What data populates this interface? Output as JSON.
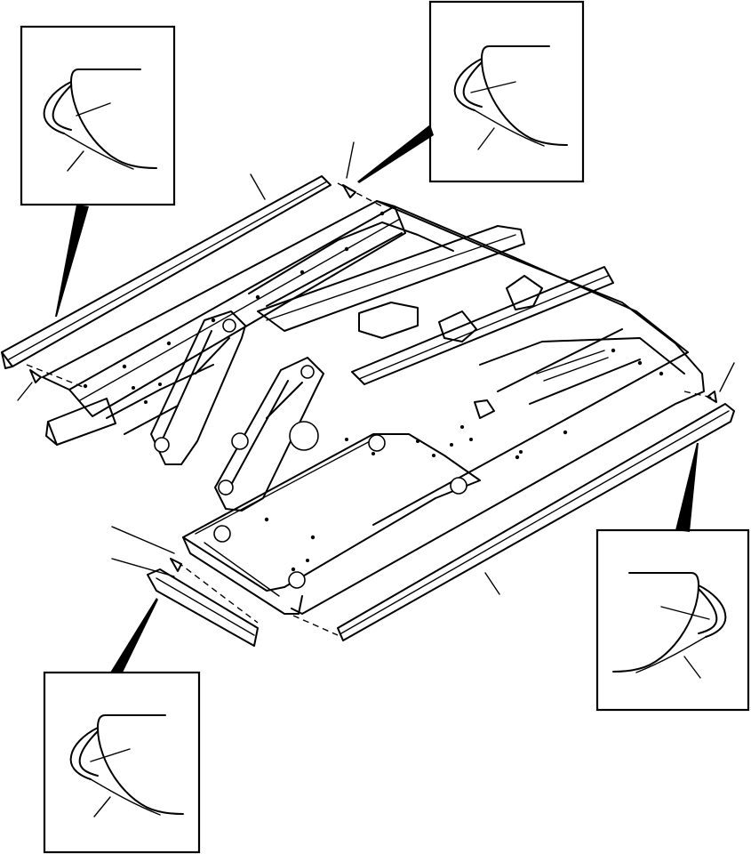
{
  "colors": {
    "ink": "#000000",
    "background": "#ffffff"
  },
  "figure": {
    "labels": []
  },
  "callouts": [
    {
      "id": "detail-top-left",
      "icon": "clip-detail"
    },
    {
      "id": "detail-top-center",
      "icon": "clip-detail"
    },
    {
      "id": "detail-right",
      "icon": "clip-detail"
    },
    {
      "id": "detail-bottom-left",
      "icon": "clip-detail"
    }
  ]
}
